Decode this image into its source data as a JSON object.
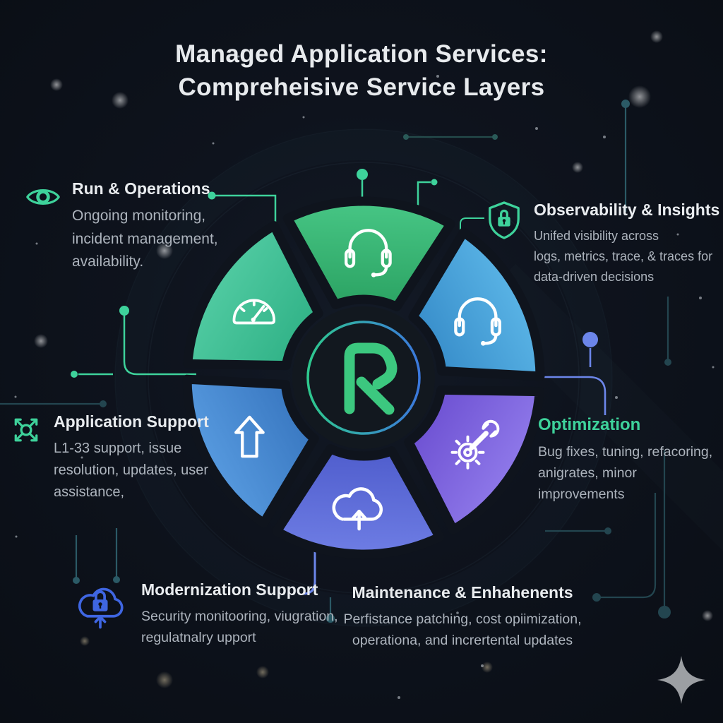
{
  "title": {
    "line1": "Managed Application Services:",
    "line2": "Compreheisive Service Layers"
  },
  "sections": {
    "run_operations": {
      "icon": "eye-icon",
      "heading": "Run & Operations",
      "body": "Ongoing monitoring,\nincident management,\navailability."
    },
    "observability": {
      "icon": "shield-lock-icon",
      "heading": "Observability & Insights",
      "body": "Unifed visibility across\nlogs, metrics, trace, & traces for\ndata-driven decisions"
    },
    "application_support": {
      "icon": "node-spread-icon",
      "heading": "Application Support",
      "body": "L1-33 support, issue\nresolution, updates, user\nassistance,"
    },
    "optimization": {
      "heading": "Optimization",
      "body": "Bug fixes, tuning, refacoring,\nanigrates, minor\nimprovements"
    },
    "modernization": {
      "icon": "cloud-lock-upload-icon",
      "heading": "Modernization Support",
      "body": "Security monitooring, viugration,\nregulatnalry upport"
    },
    "maintenance": {
      "heading": "Maintenance & Enhahenents",
      "body": "Perfistance patching, cost opiimization,\noperationa, and incrertental updates"
    }
  },
  "wheel": {
    "center_logo_icon": "brand-logo",
    "segments": [
      {
        "name": "support-headset",
        "icon": "headset-icon",
        "color": "#47c685",
        "color2": "#2da565"
      },
      {
        "name": "observability-headset",
        "icon": "headset-icon",
        "color": "#59b3e5",
        "color2": "#3a90cc"
      },
      {
        "name": "optimization-gear",
        "icon": "gear-wrench-icon",
        "color": "#8e78e9",
        "color2": "#7054d4"
      },
      {
        "name": "cloud-upload",
        "icon": "cloud-upload-icon",
        "color": "#6e7de4",
        "color2": "#515fce"
      },
      {
        "name": "upgrade-arrow",
        "icon": "arrow-up-icon",
        "color": "#5699de",
        "color2": "#3b7ac3"
      },
      {
        "name": "monitoring-gauge",
        "icon": "gauge-icon",
        "color": "#50caa1",
        "color2": "#33b489"
      }
    ]
  },
  "colors": {
    "background": "#0d1118",
    "accent_green": "#3ed29b",
    "accent_blue": "#3f66e2",
    "connector_blue": "#6c86ea",
    "heading_white": "#e9ecef",
    "body_gray": "#adb4bd",
    "optimization_heading": "#3ed29b",
    "sparkle_gray": "#9c9fa3"
  }
}
